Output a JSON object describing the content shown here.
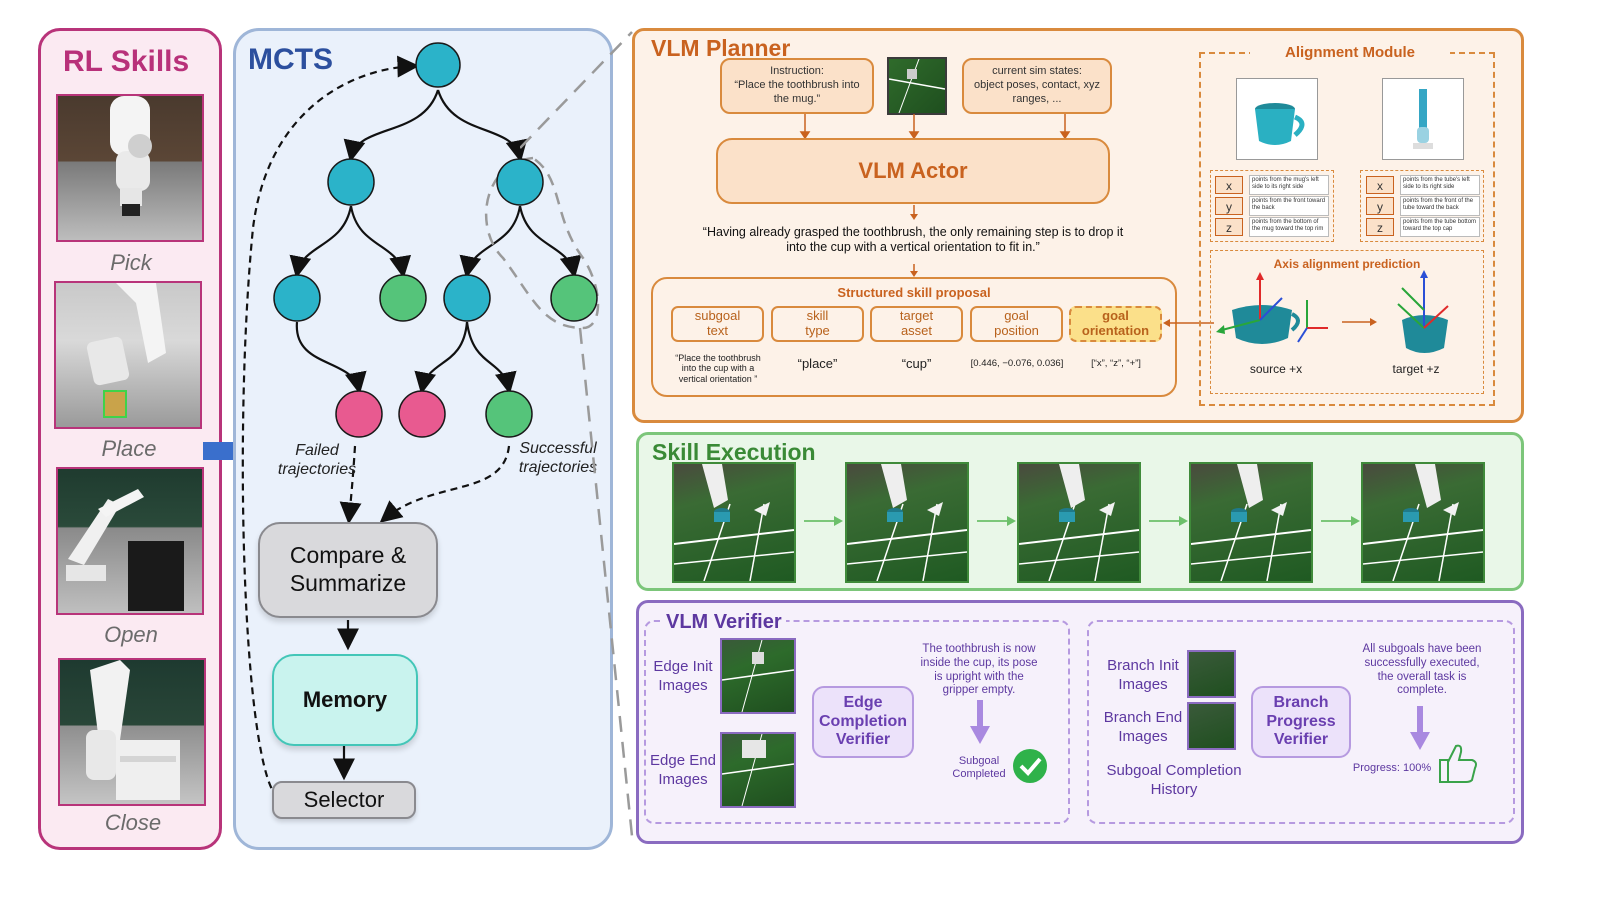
{
  "rl_skills": {
    "title": "RL Skills",
    "skills": [
      "Pick",
      "Place",
      "Open",
      "Close"
    ]
  },
  "mcts": {
    "title": "MCTS",
    "failed_label": "Failed\ntrajectories",
    "successful_label": "Successful\ntrajectories",
    "compare_label": "Compare &\nSummarize",
    "memory_label": "Memory",
    "selector_label": "Selector"
  },
  "planner": {
    "title": "VLM Planner",
    "instruction": "Instruction:\n“Place the toothbrush into\nthe mug.”",
    "sim_states": "current sim states:\nobject poses, contact, xyz\nranges, ...",
    "actor_label": "VLM Actor",
    "reasoning": "“Having already grasped the toothbrush, the only remaining step is to drop it\ninto the cup with a vertical orientation to fit in.”",
    "proposal_title": "Structured skill proposal",
    "proposal_fields": [
      "subgoal\ntext",
      "skill\ntype",
      "target\nasset",
      "goal\nposition",
      "goal\norientation"
    ],
    "proposal_values": [
      "“Place the toothbrush\ninto the cup with a\nvertical orientation ”",
      "“place”",
      "“cup”",
      "[0.446, −0.076, 0.036]",
      "[“x”, “z”, “+”]"
    ]
  },
  "alignment": {
    "title": "Alignment Module",
    "prediction_title": "Axis alignment prediction",
    "source_label": "source +x",
    "target_label": "target +z",
    "mug_axes": [
      {
        "axis": "x",
        "text": "points from the mug's left side to its right side"
      },
      {
        "axis": "y",
        "text": "points from the front toward the back"
      },
      {
        "axis": "z",
        "text": "points from the bottom of the mug toward the top rim"
      }
    ],
    "brush_axes": [
      {
        "axis": "x",
        "text": "points from the tube's left side to its right side"
      },
      {
        "axis": "y",
        "text": "points from the front of the tube toward the back"
      },
      {
        "axis": "z",
        "text": "points from the tube bottom toward the top cap"
      }
    ]
  },
  "execution": {
    "title": "Skill Execution"
  },
  "verifier": {
    "title": "VLM Verifier",
    "edge_init": "Edge Init\nImages",
    "edge_end": "Edge End\nImages",
    "edge_verifier": "Edge\nCompletion\nVerifier",
    "edge_statement": "The toothbrush is now\ninside the cup, its pose\nis upright with the\ngripper empty.",
    "edge_result": "Subgoal\nCompleted",
    "branch_init": "Branch Init\nImages",
    "branch_end": "Branch End\nImages",
    "history": "Subgoal Completion\nHistory",
    "branch_verifier": "Branch\nProgress\nVerifier",
    "branch_statement": "All subgoals have been\nsuccessfully executed,\nthe overall task is\ncomplete.",
    "progress": "Progress: 100%"
  },
  "colors": {
    "pink": "#b8347a",
    "blue_node": "#2bb3c9",
    "green_node": "#55c47a",
    "red_node": "#e85a90",
    "orange": "#d98a3d",
    "green": "#3f8a3a",
    "purple": "#6a3fb0"
  }
}
